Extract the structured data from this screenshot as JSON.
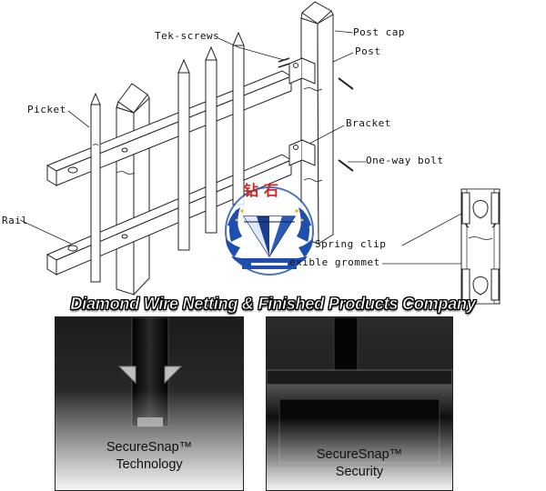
{
  "labels": {
    "tek_screws": "Tek-screws",
    "post_cap": "Post cap",
    "post": "Post",
    "picket": "Picket",
    "bracket": "Bracket",
    "one_way_bolt": "One-way bolt",
    "rail": "Rail",
    "spring_clip": "Spring clip",
    "grommet": "exible grommet"
  },
  "banner": "Diamond Wire Netting & Finished Products Company",
  "logo": {
    "chars": "钻石"
  },
  "photos": [
    {
      "caption_line1": "SecureSnap™",
      "caption_line2": "Technology"
    },
    {
      "caption_line1": "SecureSnap™",
      "caption_line2": "Security"
    }
  ],
  "colors": {
    "logo_blue": "#1e4fb0",
    "logo_red": "#d92020",
    "steel_black": "#111111",
    "line": "#222222"
  }
}
